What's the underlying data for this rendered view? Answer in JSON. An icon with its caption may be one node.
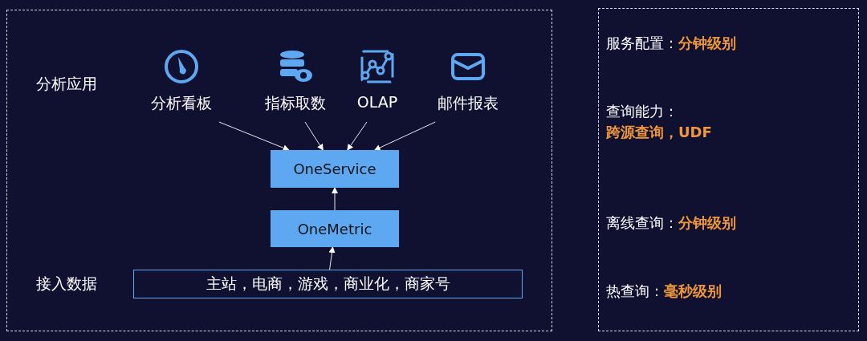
{
  "diagram": {
    "nodes": [
      {
        "text": [
          "分析看板"
        ]
      },
      {
        "text": [
          "指标取数"
        ]
      },
      {
        "text": [
          "OLAP"
        ]
      },
      {
        "text": [
          "邮件报表"
        ]
      },
      {
        "text": [
          "OneService"
        ]
      },
      {
        "text": [
          "OneMetric"
        ]
      },
      {
        "text": [
          "主站，电商，游戏，商业化，商家号"
        ]
      }
    ],
    "edges": [
      {
        "from": 0,
        "to": 4,
        "arrow": "to"
      },
      {
        "from": 1,
        "to": 4,
        "arrow": "to"
      },
      {
        "from": 2,
        "to": 4,
        "arrow": "to"
      },
      {
        "from": 3,
        "to": 4,
        "arrow": "to"
      },
      {
        "from": 5,
        "to": 4,
        "arrow": "to"
      },
      {
        "from": 6,
        "to": 5,
        "arrow": "to"
      }
    ],
    "labels": [
      "分析应用",
      "接入数据",
      "服务配置：**分钟级别**",
      "查询能力：",
      "**跨源查询，UDF**",
      "离线查询：**分钟级别**",
      "热查询：**毫秒级别**"
    ]
  }
}
